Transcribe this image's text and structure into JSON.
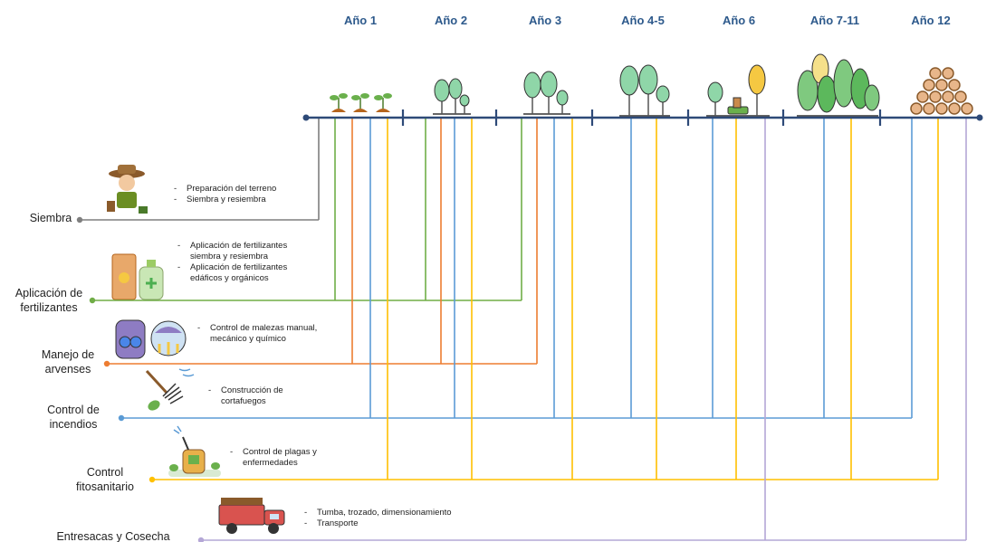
{
  "timeline": {
    "years": [
      "Año 1",
      "Año 2",
      "Año 3",
      "Año 4-5",
      "Año 6",
      "Año 7-11",
      "Año 12"
    ]
  },
  "activities": [
    {
      "id": "siembra",
      "label": [
        "Siembra"
      ],
      "icon": "farmer-icon",
      "color": "#7f7f7f",
      "items": [
        [
          "Preparación del terreno"
        ],
        [
          "Siembra y resiembra"
        ]
      ]
    },
    {
      "id": "fertilizantes",
      "label": [
        "Aplicación de",
        "fertilizantes"
      ],
      "icon": "fertilizer-bag-icon",
      "color": "#70ad47",
      "items": [
        [
          "Aplicación de fertilizantes",
          "siembra y resiembra"
        ],
        [
          "Aplicación de fertilizantes",
          "edáficos y orgánicos"
        ]
      ]
    },
    {
      "id": "arvenses",
      "label": [
        "Manejo de",
        "arvenses"
      ],
      "icon": "weed-control-icon",
      "color": "#ed7d31",
      "items": [
        [
          "Control de malezas manual,",
          "mecánico y químico"
        ]
      ]
    },
    {
      "id": "incendios",
      "label": [
        "Control de",
        "incendios"
      ],
      "icon": "rake-icon",
      "color": "#5b9bd5",
      "items": [
        [
          "Construcción de",
          "cortafuegos"
        ]
      ]
    },
    {
      "id": "fitosanitario",
      "label": [
        "Control",
        "fitosanitario"
      ],
      "icon": "sprayer-icon",
      "color": "#ffc000",
      "items": [
        [
          "Control de plagas y",
          "enfermedades"
        ]
      ]
    },
    {
      "id": "cosecha",
      "label": [
        "Entresacas y Cosecha"
      ],
      "icon": "log-truck-icon",
      "color": "#b4a7d6",
      "items": [
        [
          "Tumba, trozado, dimensionamiento"
        ],
        [
          "Transporte"
        ]
      ]
    }
  ],
  "colors": {
    "timeline": "#2e4a78",
    "year_text": "#2e5a8c"
  }
}
